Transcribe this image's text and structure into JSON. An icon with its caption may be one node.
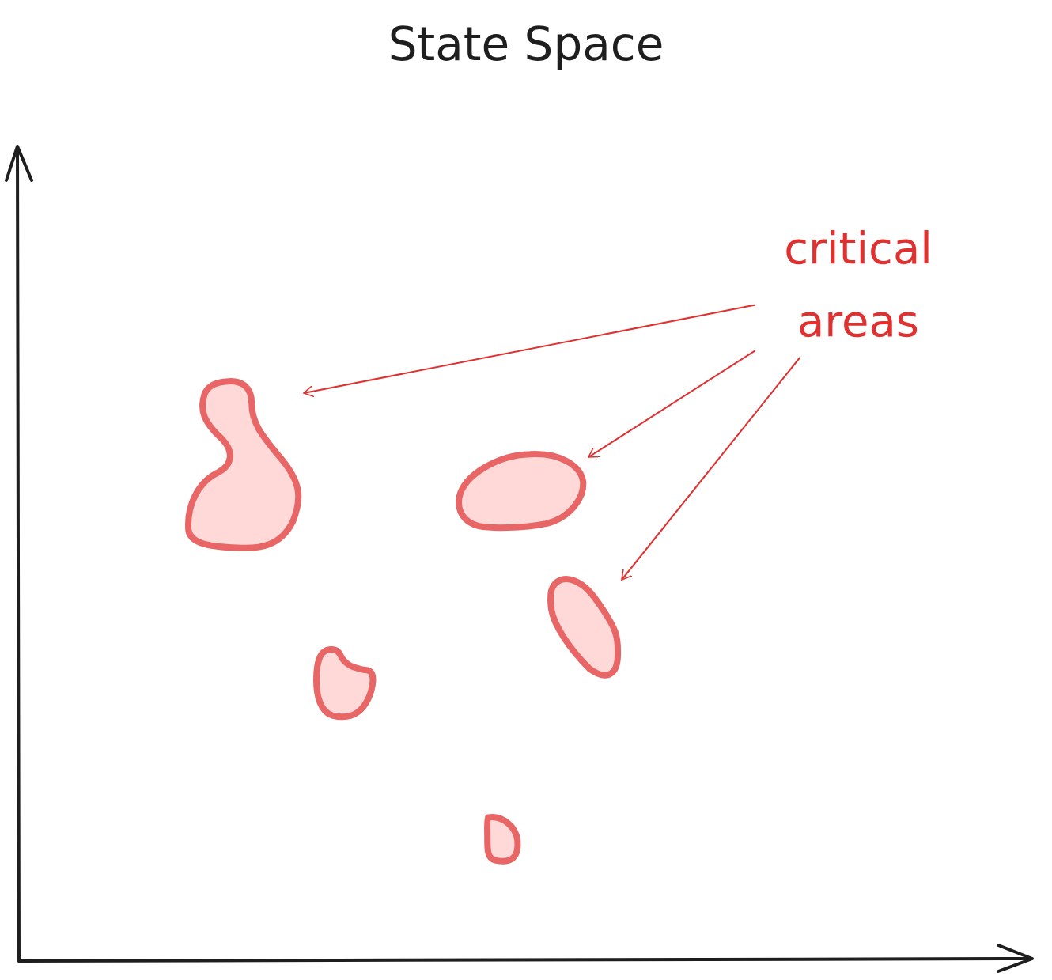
{
  "diagram": {
    "title": "State Space",
    "nodes": [
      {
        "text": [
          "critical areas"
        ]
      },
      {
        "text": [],
        "shape": "blob"
      },
      {
        "text": [],
        "shape": "blob"
      },
      {
        "text": [],
        "shape": "blob"
      },
      {
        "text": [],
        "shape": "blob"
      },
      {
        "text": [],
        "shape": "blob"
      }
    ],
    "edges": [
      {
        "from": 0,
        "to": 1,
        "arrow": "to"
      },
      {
        "from": 0,
        "to": 2,
        "arrow": "to"
      },
      {
        "from": 0,
        "to": 3,
        "arrow": "to"
      }
    ]
  }
}
